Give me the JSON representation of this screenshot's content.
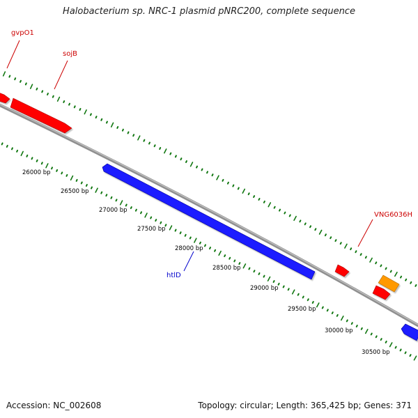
{
  "title": "Halobacterium sp. NRC-1 plasmid pNRC200, complete sequence",
  "footer": {
    "accession": "Accession: NC_002608",
    "summary": "Topology: circular; Length: 365,425 bp; Genes: 371"
  },
  "colors": {
    "forward_gene": "#ff0000",
    "reverse_gene": "#0000ff",
    "other_gene": "#ff9900",
    "backbone": "#808080",
    "tick": "#117711",
    "forward_label": "#cc0000",
    "reverse_label": "#0000cc",
    "ruler_label": "#000000"
  },
  "ruler": [
    {
      "label": "26000 bp"
    },
    {
      "label": "26500 bp"
    },
    {
      "label": "27000 bp"
    },
    {
      "label": "27500 bp"
    },
    {
      "label": "28000 bp"
    },
    {
      "label": "28500 bp"
    },
    {
      "label": "29000 bp"
    },
    {
      "label": "29500 bp"
    },
    {
      "label": "30000 bp"
    },
    {
      "label": "30500 bp"
    }
  ],
  "gene_labels": [
    {
      "name": "gvpO1",
      "strand": "forward"
    },
    {
      "name": "sojB",
      "strand": "forward"
    },
    {
      "name": "VNG6036H",
      "strand": "forward"
    },
    {
      "name": "htlD",
      "strand": "reverse"
    }
  ],
  "genes": [
    {
      "strand": "forward",
      "kind": "gene"
    },
    {
      "strand": "forward",
      "kind": "gene"
    },
    {
      "strand": "reverse",
      "kind": "gene"
    },
    {
      "strand": "forward",
      "kind": "gene"
    },
    {
      "strand": "forward",
      "kind": "gene"
    },
    {
      "strand": "forward",
      "kind": "other"
    },
    {
      "strand": "reverse",
      "kind": "gene"
    }
  ]
}
